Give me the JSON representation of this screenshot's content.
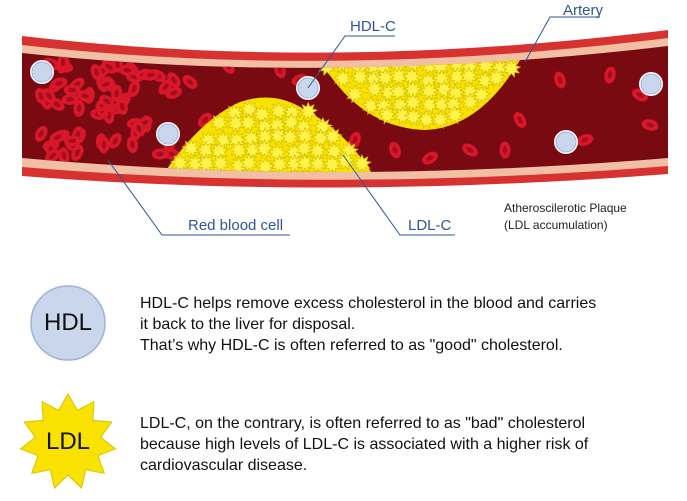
{
  "diagram": {
    "labels": {
      "artery": "Artery",
      "hdl_c_top": "HDL-C",
      "red_blood_cell": "Red blood cell",
      "ldl_c": "LDL-C",
      "plaque_line1": "Atheroscilerotic Plaque",
      "plaque_line2": "(LDL accumulation)"
    },
    "colors": {
      "vessel_outer": "#d7322f",
      "vessel_wall": "#f0bfa4",
      "lumen": "#7a0a12",
      "rbc": "#d8172a",
      "hdl_particle": "#c9d6ec",
      "plaque": "#f9e200",
      "leader_line": "#2f5597"
    }
  },
  "legend": {
    "hdl": {
      "badge": "HDL",
      "lines": [
        "HDL-C helps remove excess cholesterol in the blood and carries",
        "it back to the liver for disposal.",
        "That’s why HDL-C is often referred to as \"good\" cholesterol."
      ]
    },
    "ldl": {
      "badge": "LDL",
      "lines": [
        "LDL-C, on the contrary, is often referred to as \"bad\" cholesterol",
        "because high levels of LDL-C is associated with a higher risk of",
        "cardiovascular disease."
      ]
    }
  }
}
